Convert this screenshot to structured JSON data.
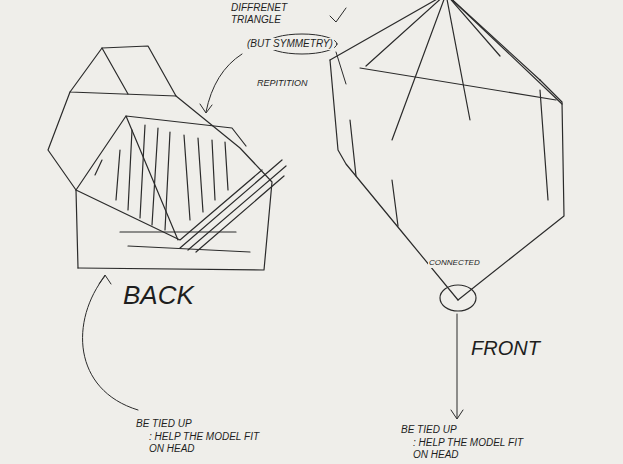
{
  "diagram": {
    "labels": [
      "DIFFRENET TRIANGLE",
      "(BUT SYMMETRY)",
      "REPITITION",
      "BACK",
      "FRONT",
      "CONNECTED",
      "BE TIED UP",
      ": HELP THE MODEL FIT ON HEAD",
      "BE TIED UP",
      ": HELP THE MODEL FIT ON HEAD"
    ]
  }
}
